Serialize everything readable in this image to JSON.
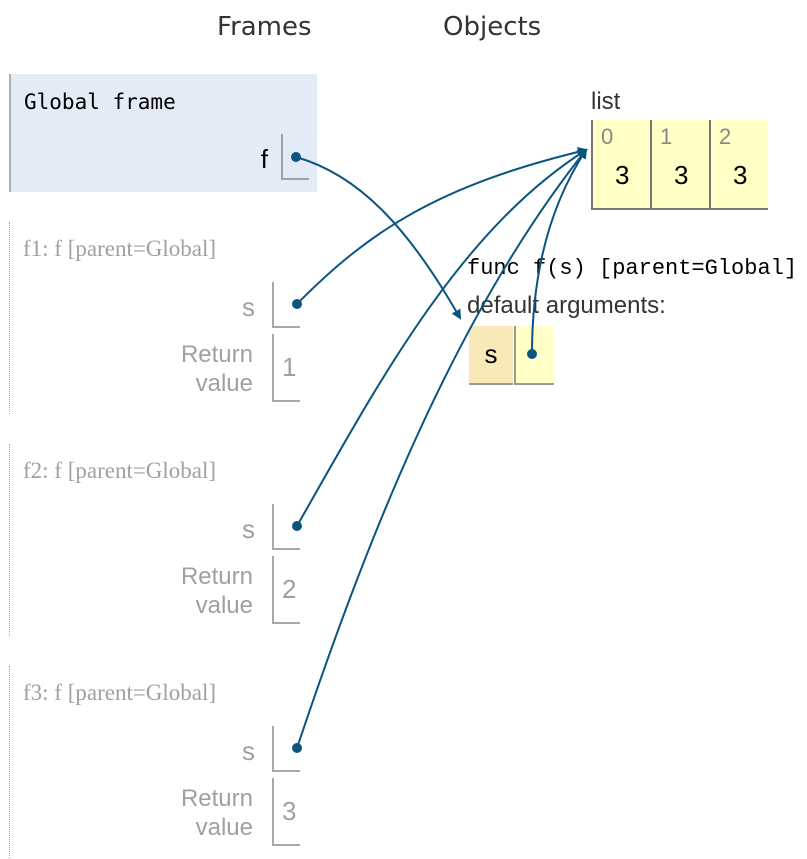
{
  "headers": {
    "frames": "Frames",
    "objects": "Objects"
  },
  "global_frame": {
    "title": "Global frame",
    "vars": [
      {
        "name": "f"
      }
    ]
  },
  "frames": [
    {
      "title": "f1: f [parent=Global]",
      "var_name": "s",
      "return_label_1": "Return",
      "return_label_2": "value",
      "return_value": "1"
    },
    {
      "title": "f2: f [parent=Global]",
      "var_name": "s",
      "return_label_1": "Return",
      "return_label_2": "value",
      "return_value": "2"
    },
    {
      "title": "f3: f [parent=Global]",
      "var_name": "s",
      "return_label_1": "Return",
      "return_label_2": "value",
      "return_value": "3"
    }
  ],
  "objects": {
    "list": {
      "label": "list",
      "cells": [
        {
          "index": "0",
          "value": "3"
        },
        {
          "index": "1",
          "value": "3"
        },
        {
          "index": "2",
          "value": "3"
        }
      ]
    },
    "function": {
      "title": "func f(s) [parent=Global]",
      "defaults_label": "default arguments:",
      "default_param": "s"
    }
  },
  "colors": {
    "arrow": "#0a5580",
    "global_frame_bg": "#e2ebf6",
    "list_cell_bg": "#ffffc6",
    "default_name_bg": "#f9e9b8"
  }
}
